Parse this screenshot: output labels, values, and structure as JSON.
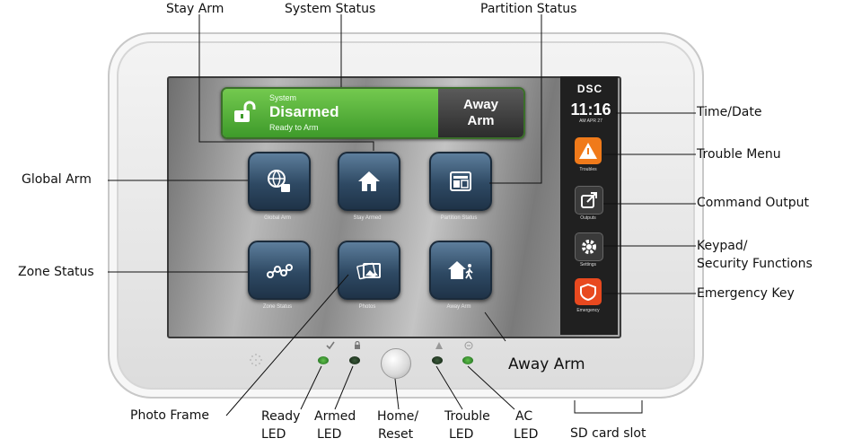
{
  "callouts": {
    "stay_arm": "Stay Arm",
    "system_status": "System Status",
    "partition_status": "Partition Status",
    "global_arm": "Global Arm",
    "zone_status": "Zone Status",
    "time_date": "Time/Date",
    "trouble_menu": "Trouble Menu",
    "command_output": "Command Output",
    "keypad_line1": "Keypad/",
    "keypad_line2": "Security Functions",
    "emergency_key": "Emergency Key",
    "away_arm": "Away Arm",
    "photo_frame": "Photo Frame",
    "ready_led_1": "Ready",
    "ready_led_2": "LED",
    "armed_led_1": "Armed",
    "armed_led_2": "LED",
    "home_reset_1": "Home/",
    "home_reset_2": "Reset",
    "trouble_led_1": "Trouble",
    "trouble_led_2": "LED",
    "ac_led_1": "AC",
    "ac_led_2": "LED",
    "sd_card": "SD card slot"
  },
  "screen": {
    "status": {
      "label": "System",
      "state": "Disarmed",
      "sub": "Ready to Arm",
      "action_line1": "Away",
      "action_line2": "Arm"
    },
    "brand": "DSC",
    "time": "11:16",
    "date": "AM  APR 27",
    "tiles": [
      {
        "label": "Global Arm",
        "icon": "globe-lock-icon"
      },
      {
        "label": "Stay Armed",
        "icon": "house-icon"
      },
      {
        "label": "Partition Status",
        "icon": "partition-icon"
      },
      {
        "label": "Zone Status",
        "icon": "zones-icon"
      },
      {
        "label": "Photos",
        "icon": "photos-icon"
      },
      {
        "label": "Away Arm",
        "icon": "house-exit-icon"
      }
    ],
    "sidebar": [
      {
        "label": "Troubles",
        "icon": "warning-icon",
        "color": "#f07a1a"
      },
      {
        "label": "Outputs",
        "icon": "output-arrow-icon",
        "color": "#3a3a3a"
      },
      {
        "label": "Settings",
        "icon": "gear-icon",
        "color": "#3a3a3a"
      },
      {
        "label": "Emergency",
        "icon": "shield-icon",
        "color": "#e8491f"
      }
    ]
  },
  "colors": {
    "status_green": "#4ea935",
    "led_green": "#2e8a2a",
    "led_dark": "#1f3a1f"
  }
}
